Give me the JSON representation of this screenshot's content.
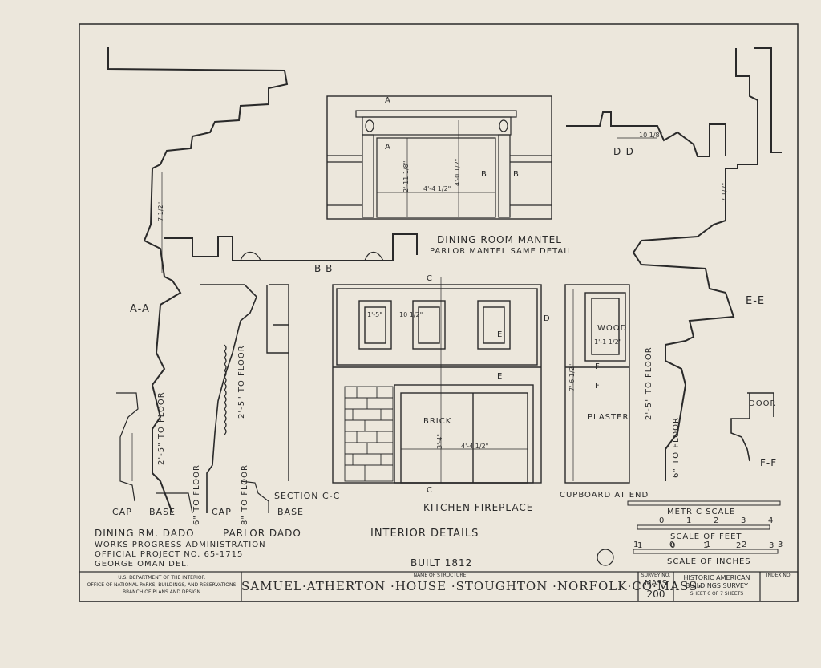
{
  "colors": {
    "paper": "#ece7dc",
    "ink": "#2a2a2a"
  },
  "views": {
    "dining_mantel_title": "DINING ROOM MANTEL",
    "dining_mantel_sub": "PARLOR MANTEL SAME DETAIL",
    "kitchen_fireplace": "KITCHEN FIREPLACE",
    "cupboard_at_end": "CUPBOARD AT END",
    "section_cc": "SECTION C-C",
    "interior_details": "INTERIOR DETAILS",
    "built": "BUILT 1812"
  },
  "section_labels": {
    "aa": "A-A",
    "bb": "B-B",
    "dd": "D-D",
    "ee": "E-E",
    "ff": "F-F",
    "a": "A",
    "b": "B",
    "c": "C",
    "d": "D",
    "e": "E",
    "f": "F",
    "door": "DOOR",
    "brick": "BRICK",
    "plaster": "PLASTER",
    "wood": "WOOD"
  },
  "dado_labels": {
    "cap1": "CAP",
    "base1": "BASE",
    "cap2": "CAP",
    "base2": "BASE",
    "dining_rm_dado": "DINING RM. DADO",
    "parlor_dado": "PARLOR DADO",
    "to_floor_1": "2'-5\" TO FLOOR",
    "to_floor_2": "2'-5\" TO FLOOR",
    "to_floor_3": "6\" TO FLOOR",
    "to_floor_4": "8\" TO FLOOR",
    "to_floor_5": "2'-5\" TO FLOOR",
    "to_floor_6": "6\" TO FLOOR"
  },
  "dimensions": {
    "d1": "7 1/2\"",
    "d2": "10 1/8\"",
    "d3": "4'-4 1/2\"",
    "d4": "4'-0 1/2\"",
    "d5": "2'-11 1/8\"",
    "d6": "1'-5\"",
    "d7": "10 1/2\"",
    "d8": "3'-4\"",
    "d9": "4'-4 1/2\"",
    "d10": "7'-6 1/2\"",
    "d11": "1'-1 1/2\"",
    "d12": "2 1/2\""
  },
  "credits": {
    "line1": "WORKS PROGRESS ADMINISTRATION",
    "line2": "OFFICIAL PROJECT NO. 65-1715",
    "line3": "GEORGE OMAN DEL."
  },
  "scales": {
    "metric": "METRIC SCALE",
    "feet": "SCALE OF FEET",
    "inches": "SCALE OF INCHES",
    "metric_ticks": [
      "0",
      "1",
      "2",
      "3",
      "4"
    ],
    "feet_ticks": [
      "1",
      "0",
      "1",
      "2",
      "3"
    ],
    "inch_ticks": [
      "1",
      "0",
      "1",
      "2",
      "3"
    ]
  },
  "title_block": {
    "dept1": "U.S. DEPARTMENT OF THE INTERIOR",
    "dept2": "OFFICE OF NATIONAL PARKS, BUILDINGS, AND RESERVATIONS",
    "dept3": "BRANCH OF PLANS AND DESIGN",
    "name_caption": "NAME OF STRUCTURE",
    "name": "SAMUEL·ATHERTON ·HOUSE ·STOUGHTON ·NORFOLK·CO·MASS·",
    "survey_caption": "SURVEY NO.",
    "survey_state": "MASS",
    "survey_no": "200",
    "habs1": "HISTORIC AMERICAN",
    "habs2": "BUILDINGS SURVEY",
    "sheet": "SHEET 6 OF 7 SHEETS",
    "index": "INDEX NO."
  }
}
